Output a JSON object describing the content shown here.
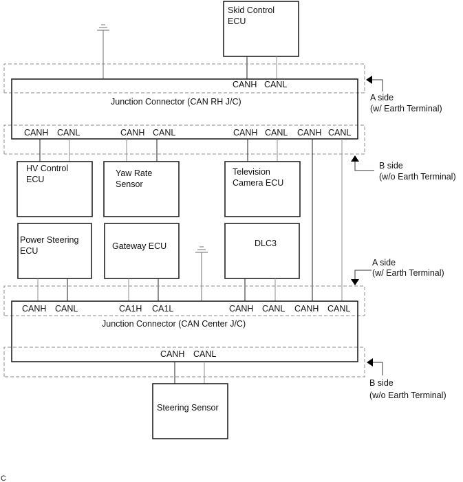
{
  "diagram": {
    "rh_jc": {
      "label": "Junction Connector (CAN RH J/C)",
      "a_side_pins": [
        "CANH",
        "CANL"
      ],
      "b_side_pins": [
        "CANH",
        "CANL",
        "CANH",
        "CANL",
        "CANH",
        "CANL",
        "CANH",
        "CANL"
      ]
    },
    "center_jc": {
      "label": "Junction Connector (CAN Center J/C)",
      "a_side_pins": [
        "CANH",
        "CANL",
        "CA1H",
        "CA1L",
        "CANH",
        "CANL",
        "CANH",
        "CANL"
      ],
      "b_side_pins": [
        "CANH",
        "CANL"
      ]
    },
    "ecus": {
      "skid": [
        "Skid Control",
        "ECU"
      ],
      "hv": [
        "HV Control",
        "ECU"
      ],
      "yaw": [
        "Yaw Rate",
        "Sensor"
      ],
      "tv": [
        "Television",
        "Camera ECU"
      ],
      "ps": [
        "Power Steering",
        "ECU"
      ],
      "gateway": [
        "Gateway ECU"
      ],
      "dlc3": [
        "DLC3"
      ],
      "steering": [
        "Steering Sensor"
      ]
    },
    "side_labels": {
      "rh_a": [
        "A side",
        "(w/ Earth Terminal)"
      ],
      "rh_b": [
        "B side",
        "(w/o Earth Terminal)"
      ],
      "center_a": [
        "A side",
        "(w/ Earth Terminal)"
      ],
      "center_b": [
        "B side",
        "(w/o Earth Terminal)"
      ]
    },
    "footer_code": "C"
  }
}
